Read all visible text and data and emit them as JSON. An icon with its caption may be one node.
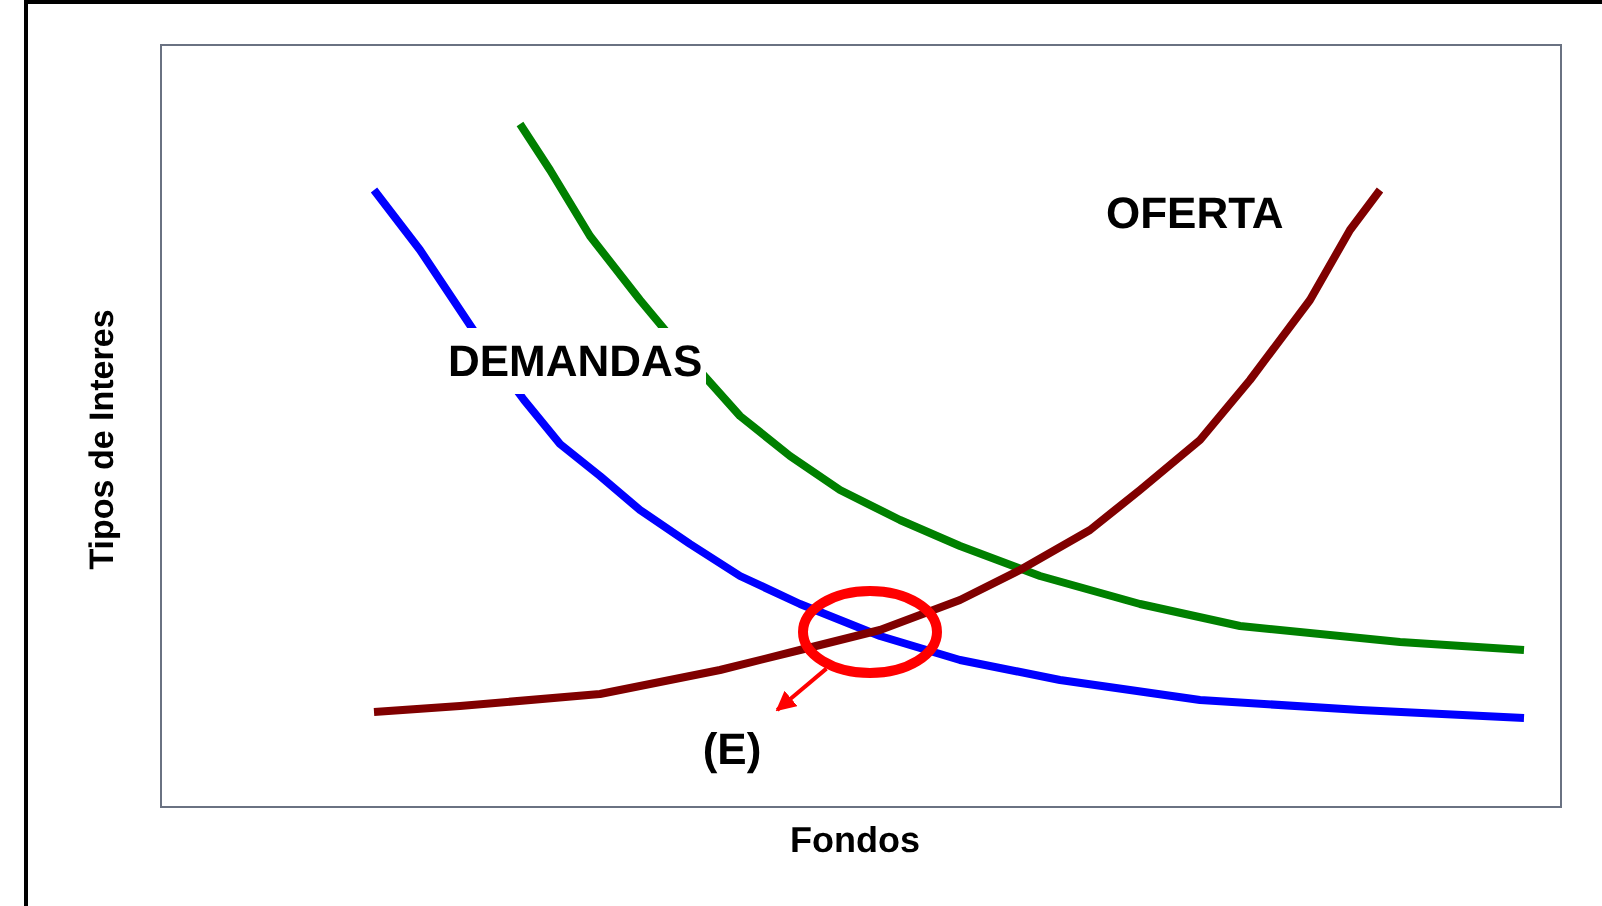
{
  "diagram": {
    "nodes": [
      {
        "text": [],
        "shape": "circle"
      },
      {
        "text": [
          "(E)"
        ]
      }
    ],
    "edges": [
      {
        "from": 0,
        "to": 1,
        "arrow": "to",
        "color": "#ff0000"
      }
    ],
    "labels": [
      "OFERTA",
      "DEMANDAS",
      "Tipos de Interes",
      "Fondos"
    ]
  }
}
